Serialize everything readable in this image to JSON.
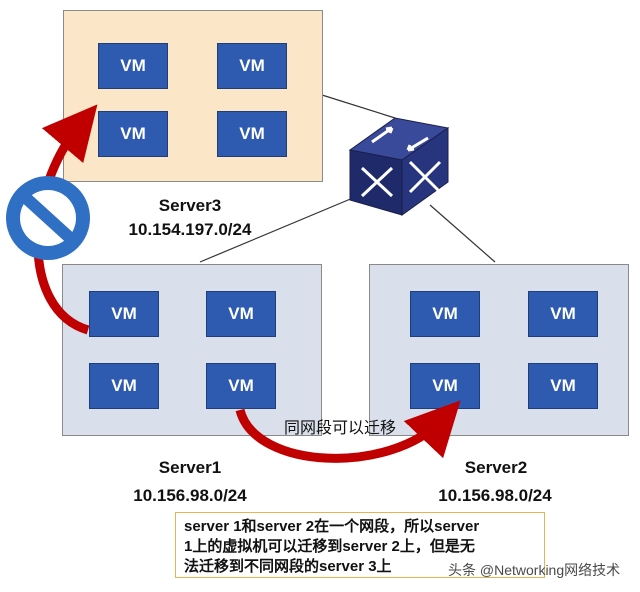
{
  "vm_label": "VM",
  "servers": {
    "server3": {
      "name": "Server3",
      "subnet": "10.154.197.0/24"
    },
    "server1": {
      "name": "Server1",
      "subnet": "10.156.98.0/24"
    },
    "server2": {
      "name": "Server2",
      "subnet": "10.156.98.0/24"
    }
  },
  "migration_label": "同网段可以迁移",
  "note": {
    "line1": "server 1和server 2在一个网段，所以server",
    "line2": "1上的虚拟机可以迁移到server 2上，但是无",
    "line3": "法迁移到不同网段的server 3上"
  },
  "watermark": "头条 @Networking网络技术",
  "colors": {
    "vm_fill": "#2e5bb0",
    "server_blue": "#d9dfeb",
    "server_tan": "#fbe7c8",
    "arrow_red": "#c00000",
    "prohibit_blue": "#2f6fc4",
    "switch_navy": "#1f2a6b"
  }
}
